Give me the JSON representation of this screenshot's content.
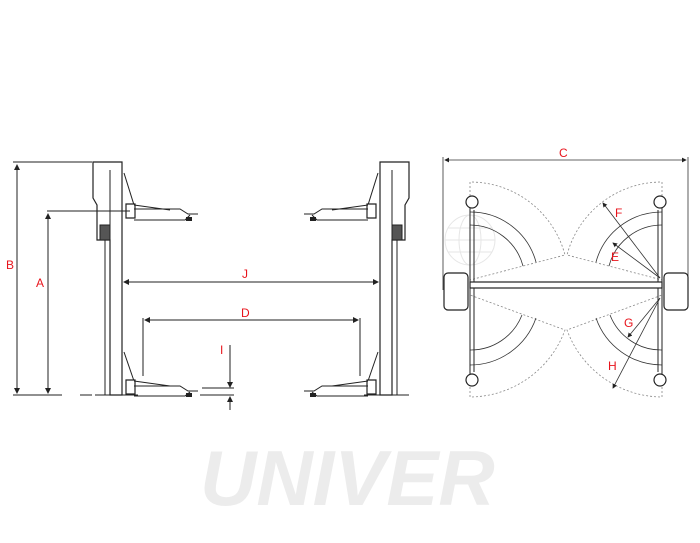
{
  "watermark": "UNIVER",
  "labels": {
    "A": "A",
    "B": "B",
    "C": "C",
    "D": "D",
    "E": "E",
    "F": "F",
    "G": "G",
    "H": "H",
    "I": "I",
    "J": "J"
  },
  "colors": {
    "label": "#e8141c",
    "line": "#222222",
    "watermark": "#ececec"
  }
}
